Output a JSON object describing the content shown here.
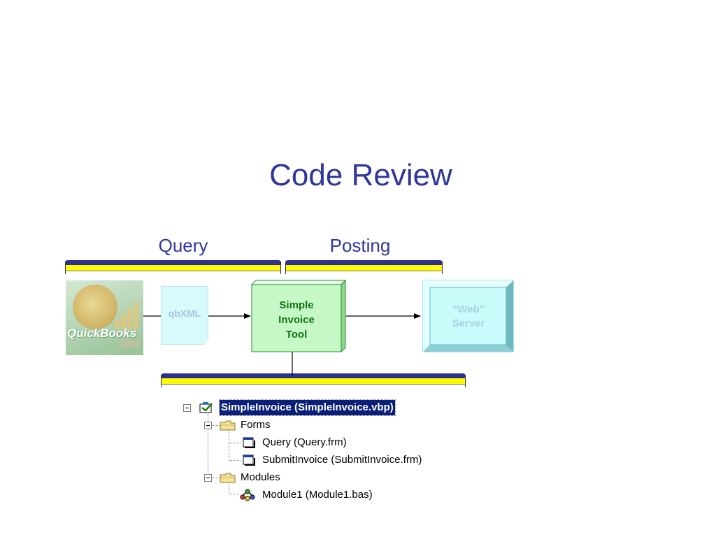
{
  "slide": {
    "title": "Code Review"
  },
  "sections": {
    "query_label": "Query",
    "posting_label": "Posting"
  },
  "diagram": {
    "qbxml_label": "qbXML",
    "tool_lines": [
      "Simple",
      "Invoice",
      "Tool"
    ],
    "web_lines": [
      "“Web”",
      "Server"
    ],
    "quickbooks_logo": {
      "brand": "QuickBooks",
      "year": "2002"
    }
  },
  "project_tree": {
    "root": "SimpleInvoice (SimpleInvoice.vbp)",
    "forms_folder": "Forms",
    "form_query": "Query (Query.frm)",
    "form_submit": "SubmitInvoice (SubmitInvoice.frm)",
    "modules_folder": "Modules",
    "module1": "Module1 (Module1.bas)"
  },
  "colors": {
    "title": "#2f3699",
    "bracket_navy": "#2e3192",
    "bracket_yellow": "#fffb00",
    "tool_box": "#c6f7c6",
    "tool_text": "#117711",
    "web_box": "#c9fbfb",
    "qbxml_doc": "#d9fafd"
  }
}
